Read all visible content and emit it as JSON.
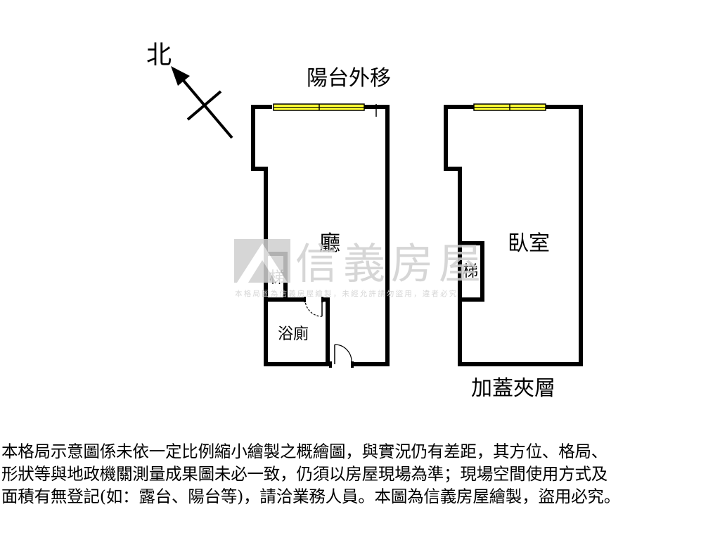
{
  "compass": {
    "label": "北"
  },
  "plan_main": {
    "balance_note": "陽台外移",
    "room_living": "廳",
    "room_stairs": "梯",
    "room_bath": "浴廁"
  },
  "plan_mezzanine": {
    "room_bedroom": "臥室",
    "room_stairs": "梯",
    "caption": "加蓋夾層"
  },
  "watermark": {
    "brand": "信義房屋",
    "notice": "本格局圖為信義房屋繪製，未經允許請勿盜用，違者必究"
  },
  "colors": {
    "window": "#ffff33",
    "wall": "#000000",
    "watermark": "#d0d0d0"
  },
  "disclaimer": {
    "line1": "本格局示意圖係未依一定比例縮小繪製之概繪圖，與實況仍有差距，其方位、格局、",
    "line2": "形狀等與地政機關測量成果圖未必一致，仍須以房屋現場為準；現場空間使用方式及",
    "line3": "面積有無登記(如：露台、陽台等)，請洽業務人員。本圖為信義房屋繪製，盜用必究。"
  }
}
